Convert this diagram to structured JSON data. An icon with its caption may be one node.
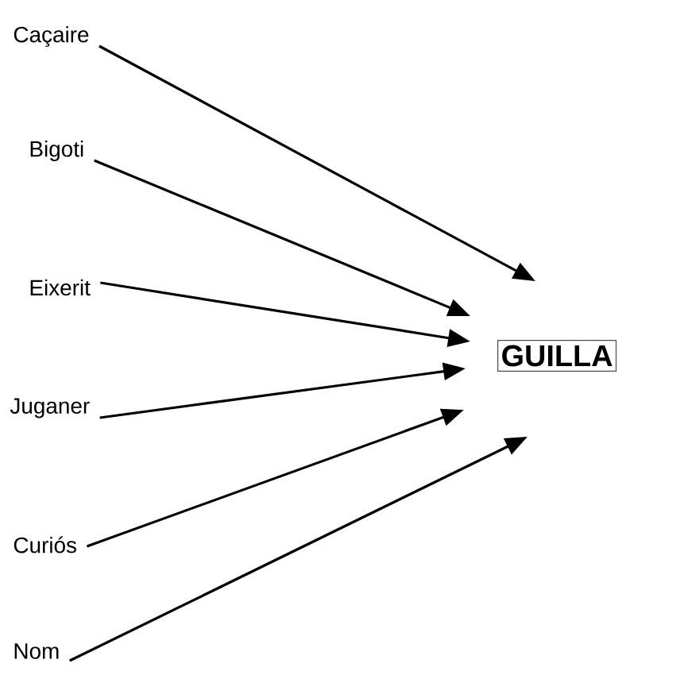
{
  "diagram": {
    "nodes": [
      {
        "text": [
          "Caçaire"
        ]
      },
      {
        "text": [
          "Bigoti"
        ]
      },
      {
        "text": [
          "Eixerit"
        ]
      },
      {
        "text": [
          "Juganer"
        ]
      },
      {
        "text": [
          "Curiós"
        ]
      },
      {
        "text": [
          "Nom"
        ]
      },
      {
        "text": [
          "GUILLA"
        ]
      }
    ],
    "edges": [
      {
        "from": 0,
        "to": 6,
        "arrow": "to"
      },
      {
        "from": 1,
        "to": 6,
        "arrow": "to"
      },
      {
        "from": 2,
        "to": 6,
        "arrow": "to"
      },
      {
        "from": 3,
        "to": 6,
        "arrow": "to"
      },
      {
        "from": 4,
        "to": 6,
        "arrow": "to"
      },
      {
        "from": 5,
        "to": 6,
        "arrow": "to"
      }
    ]
  }
}
